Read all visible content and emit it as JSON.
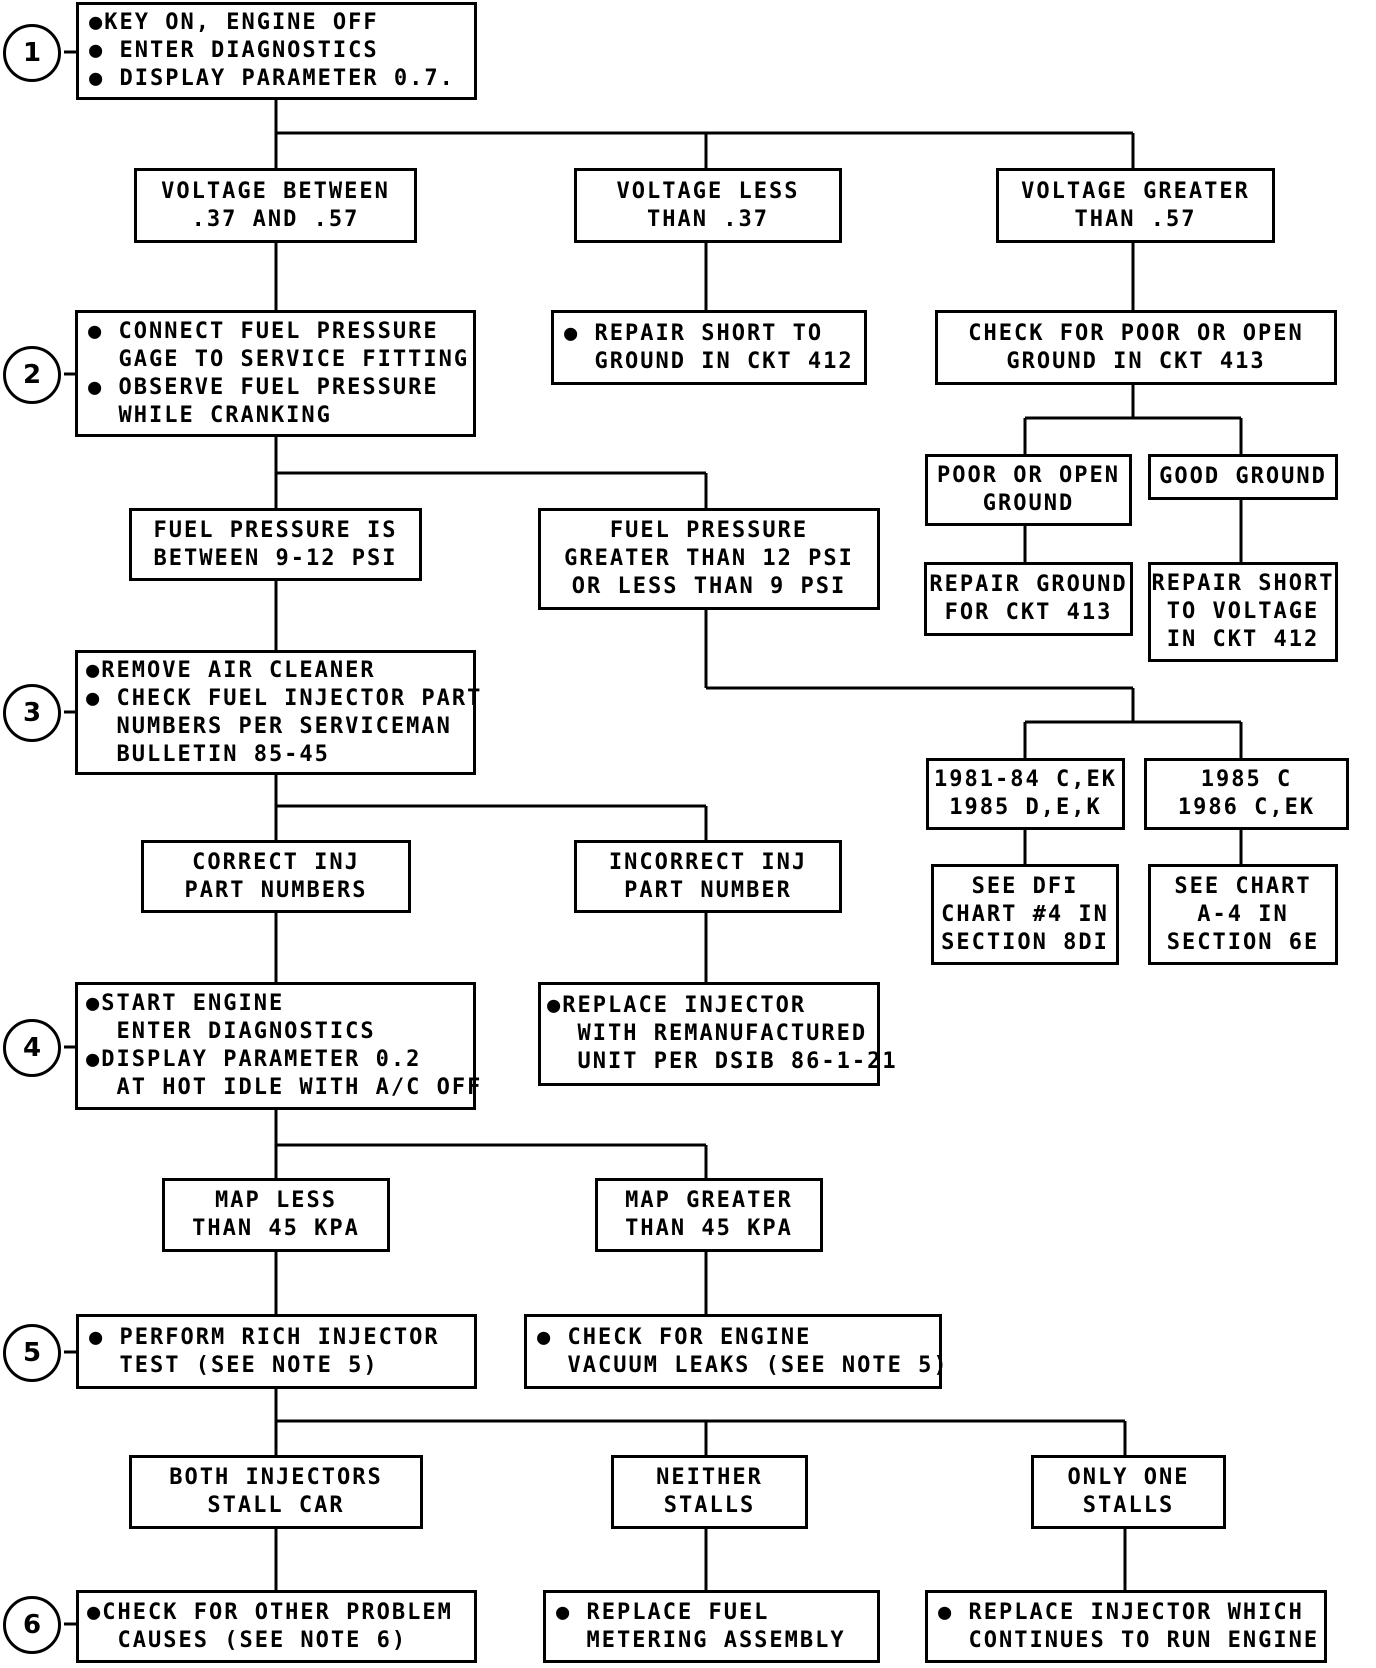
{
  "steps": [
    "1",
    "2",
    "3",
    "4",
    "5",
    "6"
  ],
  "boxes": {
    "s1": [
      "●KEY ON, ENGINE OFF",
      "● ENTER DIAGNOSTICS",
      "● DISPLAY PARAMETER 0.7."
    ],
    "v_between": [
      "VOLTAGE BETWEEN",
      ".37 AND .57"
    ],
    "v_less": [
      "VOLTAGE LESS",
      "THAN .37"
    ],
    "v_greater": [
      "VOLTAGE GREATER",
      "THAN .57"
    ],
    "s2": [
      "● CONNECT FUEL PRESSURE",
      "  GAGE TO SERVICE FITTING",
      "● OBSERVE FUEL PRESSURE",
      "  WHILE CRANKING"
    ],
    "repair_short_ground": [
      "● REPAIR SHORT TO",
      "  GROUND IN CKT 412"
    ],
    "check_ground": [
      "CHECK FOR POOR OR OPEN",
      "GROUND IN CKT 413"
    ],
    "poor_open": [
      "POOR OR OPEN",
      "GROUND"
    ],
    "good_ground": [
      "GOOD GROUND"
    ],
    "repair_ground": [
      "REPAIR GROUND",
      "FOR CKT 413"
    ],
    "repair_short_voltage": [
      "REPAIR SHORT",
      "TO VOLTAGE",
      "IN CKT 412"
    ],
    "fp_between": [
      "FUEL PRESSURE IS",
      "BETWEEN 9-12 PSI"
    ],
    "fp_out": [
      "FUEL PRESSURE",
      "GREATER THAN 12 PSI",
      "OR LESS THAN 9 PSI"
    ],
    "s3": [
      "●REMOVE AIR CLEANER",
      "● CHECK FUEL INJECTOR PART",
      "  NUMBERS PER SERVICEMAN",
      "  BULLETIN 85-45"
    ],
    "yr_a": [
      "1981-84 C,EK",
      "1985 D,E,K"
    ],
    "yr_b": [
      "1985 C",
      "1986 C,EK"
    ],
    "see_dfi": [
      "SEE DFI",
      "CHART #4 IN",
      "SECTION 8DI"
    ],
    "see_chart": [
      "SEE CHART",
      "A-4 IN",
      "SECTION 6E"
    ],
    "inj_correct": [
      "CORRECT INJ",
      "PART NUMBERS"
    ],
    "inj_incorrect": [
      "INCORRECT INJ",
      "PART NUMBER"
    ],
    "s4": [
      "●START ENGINE",
      "  ENTER DIAGNOSTICS",
      "●DISPLAY PARAMETER 0.2",
      "  AT HOT IDLE WITH A/C OFF"
    ],
    "replace_inj": [
      "●REPLACE INJECTOR",
      "  WITH REMANUFACTURED",
      "  UNIT PER DSIB 86-1-21"
    ],
    "map_less": [
      "MAP LESS",
      "THAN 45 KPA"
    ],
    "map_greater": [
      "MAP GREATER",
      "THAN 45 KPA"
    ],
    "s5": [
      "● PERFORM RICH INJECTOR",
      "  TEST (SEE NOTE 5)"
    ],
    "vacuum": [
      "● CHECK FOR ENGINE",
      "  VACUUM LEAKS (SEE NOTE 5)"
    ],
    "both_stall": [
      "BOTH INJECTORS",
      "STALL CAR"
    ],
    "neither": [
      "NEITHER",
      "STALLS"
    ],
    "only_one": [
      "ONLY ONE",
      "STALLS"
    ],
    "s6": [
      "●CHECK FOR OTHER PROBLEM",
      "  CAUSES (SEE NOTE 6)"
    ],
    "replace_fuel": [
      "● REPLACE FUEL",
      "  METERING ASSEMBLY"
    ],
    "replace_which": [
      "● REPLACE INJECTOR WHICH",
      "  CONTINUES TO RUN ENGINE"
    ]
  }
}
